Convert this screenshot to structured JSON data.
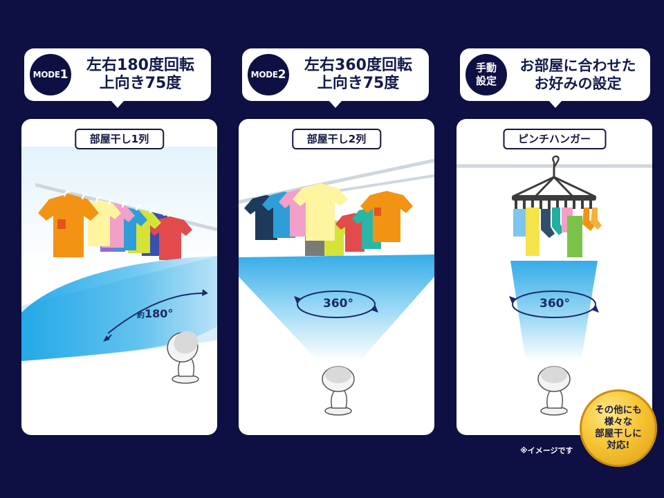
{
  "modes": [
    {
      "badge_line1": "MODE",
      "badge_line2": "1",
      "headline": "左右180度回転\n上向き75度",
      "panel_label": "部屋干し1列",
      "angle_prefix": "約",
      "angle_value": "180°"
    },
    {
      "badge_line1": "MODE",
      "badge_line2": "2",
      "headline": "左右360度回転\n上向き75度",
      "panel_label": "部屋干し2列",
      "angle_value": "360°"
    },
    {
      "badge_line1": "手動",
      "badge_line2": "設定",
      "headline": "お部屋に合わせた\nお好みの設定",
      "panel_label": "ピンチハンガー",
      "angle_value": "360°"
    }
  ],
  "footnote": "※イメージです",
  "seal_text": "その他にも\n様々な\n部屋干しに\n対応!",
  "colors": {
    "background": "#0e1043",
    "airflow": "#2ea7e6",
    "seal": "#f7c433"
  }
}
